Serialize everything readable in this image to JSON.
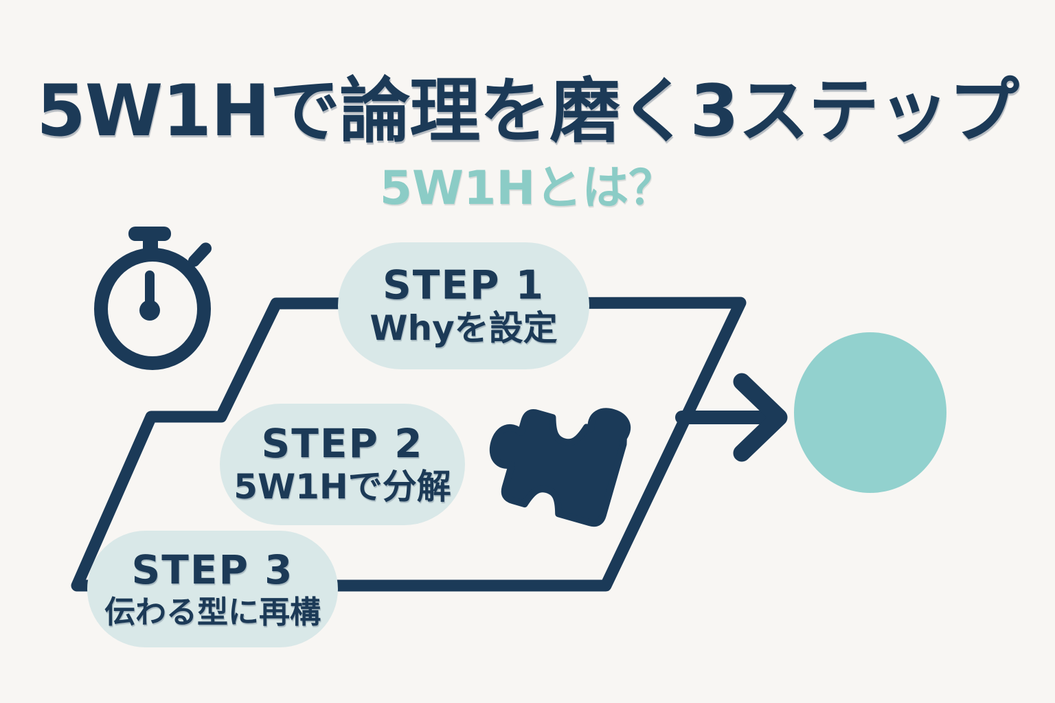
{
  "title": "5W1Hで論理を磨く3ステップ",
  "subtitle": "5W1Hとは？",
  "steps": [
    {
      "label": "STEP 1",
      "description": "Whyを設定"
    },
    {
      "label": "STEP 2",
      "description": "5W1Hで分解"
    },
    {
      "label": "STEP 3",
      "description": "伝わる型に再構"
    }
  ],
  "icons": {
    "stopwatch": "stopwatch-icon",
    "puzzle": "puzzle-piece-icon",
    "arrow": "arrow-right-icon",
    "result": "result-circle"
  },
  "colors": {
    "background": "#f8f6f3",
    "navy": "#1b3a58",
    "title_navy": "#1c3a57",
    "pill_background": "#d9e8e8",
    "subtitle_teal": "#8bccc6",
    "circle_teal": "#92d1ce"
  }
}
